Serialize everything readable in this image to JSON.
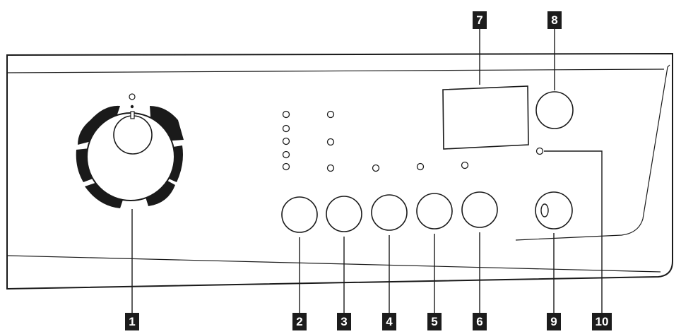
{
  "callouts": {
    "c1": "1",
    "c2": "2",
    "c3": "3",
    "c4": "4",
    "c5": "5",
    "c6": "6",
    "c7": "7",
    "c8": "8",
    "c9": "9",
    "c10": "10"
  },
  "colors": {
    "line": "#1a1a1a",
    "label_bg": "#1c1c1c",
    "label_text": "#ffffff",
    "panel": "#ffffff"
  }
}
